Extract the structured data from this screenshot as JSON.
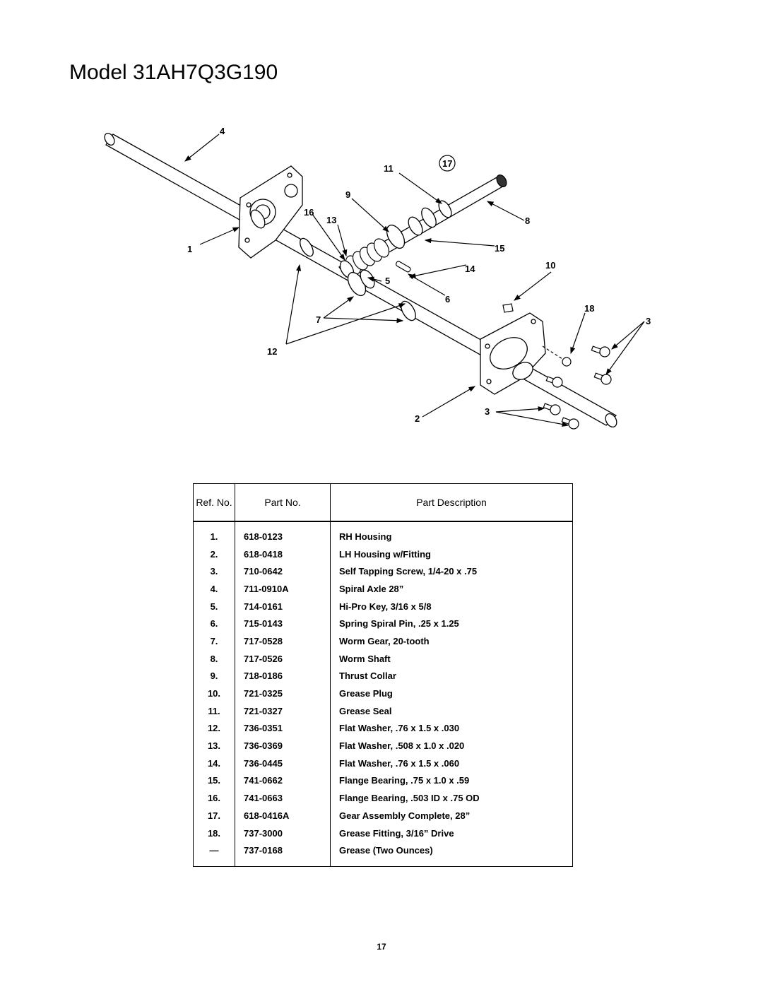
{
  "page": {
    "title": "Model 31AH7Q3G190",
    "page_number": "17"
  },
  "diagram": {
    "callouts": [
      "1",
      "2",
      "3",
      "3",
      "4",
      "5",
      "6",
      "7",
      "8",
      "9",
      "10",
      "11",
      "12",
      "13",
      "14",
      "15",
      "16",
      "17",
      "18"
    ]
  },
  "parts_table": {
    "headers": {
      "ref": "Ref. No.",
      "part_no": "Part No.",
      "description": "Part Description"
    },
    "rows": [
      {
        "ref": "1.",
        "part_no": "618-0123",
        "description": "RH Housing"
      },
      {
        "ref": "2.",
        "part_no": "618-0418",
        "description": "LH Housing w/Fitting"
      },
      {
        "ref": "3.",
        "part_no": "710-0642",
        "description": "Self Tapping Screw, 1/4-20 x .75"
      },
      {
        "ref": "4.",
        "part_no": "711-0910A",
        "description": "Spiral Axle 28”"
      },
      {
        "ref": "5.",
        "part_no": "714-0161",
        "description": "Hi-Pro Key, 3/16 x 5/8"
      },
      {
        "ref": "6.",
        "part_no": "715-0143",
        "description": "Spring Spiral Pin, .25 x 1.25"
      },
      {
        "ref": "7.",
        "part_no": "717-0528",
        "description": "Worm Gear, 20-tooth"
      },
      {
        "ref": "8.",
        "part_no": "717-0526",
        "description": "Worm Shaft"
      },
      {
        "ref": "9.",
        "part_no": "718-0186",
        "description": "Thrust Collar"
      },
      {
        "ref": "10.",
        "part_no": "721-0325",
        "description": "Grease Plug"
      },
      {
        "ref": "11.",
        "part_no": "721-0327",
        "description": "Grease Seal"
      },
      {
        "ref": "12.",
        "part_no": "736-0351",
        "description": "Flat Washer, .76 x 1.5 x .030"
      },
      {
        "ref": "13.",
        "part_no": "736-0369",
        "description": "Flat Washer, .508 x 1.0 x .020"
      },
      {
        "ref": "14.",
        "part_no": "736-0445",
        "description": "Flat Washer, .76 x 1.5 x .060"
      },
      {
        "ref": "15.",
        "part_no": "741-0662",
        "description": "Flange Bearing, .75 x 1.0 x .59"
      },
      {
        "ref": "16.",
        "part_no": "741-0663",
        "description": "Flange Bearing, .503 ID x .75 OD"
      },
      {
        "ref": "17.",
        "part_no": "618-0416A",
        "description": "Gear Assembly Complete, 28”"
      },
      {
        "ref": "18.",
        "part_no": "737-3000",
        "description": "Grease Fitting, 3/16” Drive"
      },
      {
        "ref": "—",
        "part_no": "737-0168",
        "description": "Grease (Two Ounces)"
      }
    ]
  }
}
